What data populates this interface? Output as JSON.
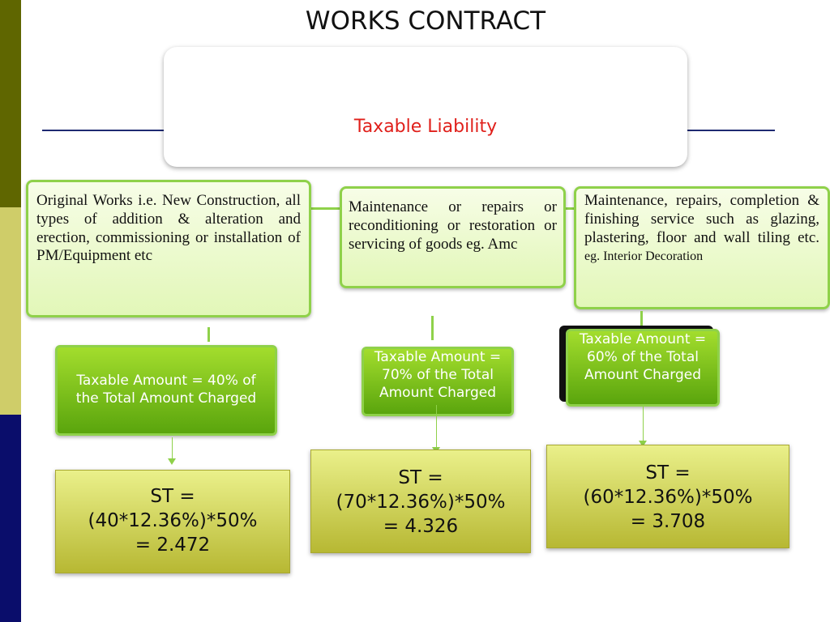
{
  "title": "WORKS CONTRACT",
  "colors": {
    "stripe_top": "#5f6600",
    "stripe_mid": "#cfcd69",
    "stripe_bottom": "#0a0d6b",
    "heading_accent": "#e0201b",
    "category_border": "#8fd14a",
    "amount_fill": "#7cc21f",
    "st_fill": "#d3d663"
  },
  "root": {
    "label": "Taxable Liability"
  },
  "categories": [
    {
      "text": "Original Works i.e. New Construction, all types of addition & alteration and erection, commissioning or installation of PM/Equipment etc"
    },
    {
      "text": "Maintenance or repairs or reconditioning or restoration or servicing of goods eg. Amc"
    },
    {
      "text": "Maintenance, repairs, completion & finishing service such as glazing, plastering, floor and wall tiling etc.",
      "text_small": "eg. Interior Decoration"
    }
  ],
  "amounts": [
    {
      "label": "Taxable Amount = 40% of the Total Amount Charged"
    },
    {
      "label": "Taxable Amount = 70% of the Total Amount Charged"
    },
    {
      "label": "Taxable Amount = 60% of the Total Amount Charged"
    }
  ],
  "service_tax": [
    {
      "line1": "ST =",
      "line2": "(40*12.36%)*50%",
      "line3": "= 2.472"
    },
    {
      "line1": "ST =",
      "line2": "(70*12.36%)*50%",
      "line3": "= 4.326"
    },
    {
      "line1": "ST =",
      "line2": "(60*12.36%)*50%",
      "line3": "= 3.708"
    }
  ]
}
